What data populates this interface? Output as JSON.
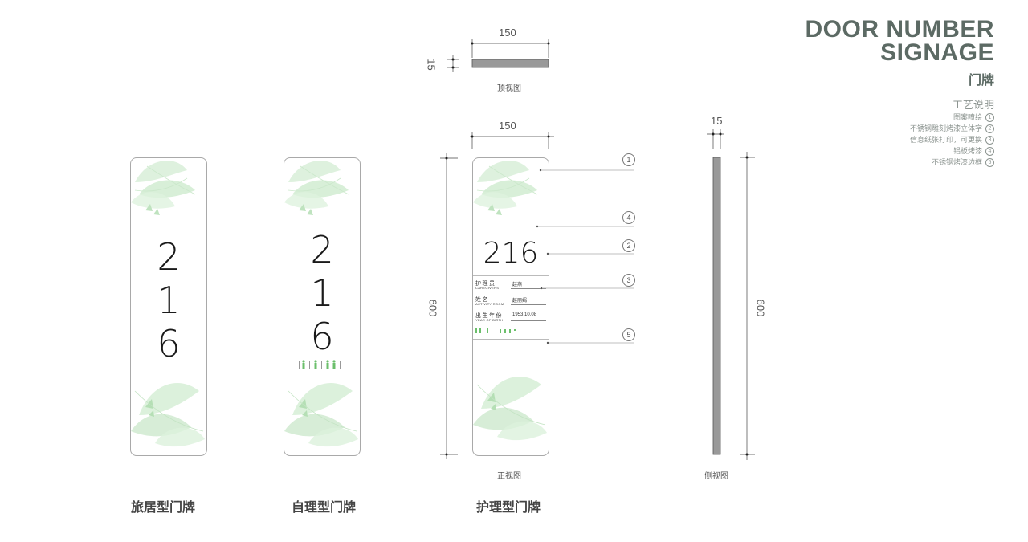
{
  "header": {
    "title_line1": "DOOR NUMBER",
    "title_line2": "SIGNAGE",
    "subtitle": "门牌"
  },
  "notes": {
    "title": "工艺说明",
    "items": [
      {
        "text": "图案喷绘",
        "num": "1"
      },
      {
        "text": "不锈钢雕刻烤漆立体字",
        "num": "2"
      },
      {
        "text": "信息纸张打印，可更换",
        "num": "3"
      },
      {
        "text": "铝板烤漆",
        "num": "4"
      },
      {
        "text": "不锈钢烤漆边框",
        "num": "5"
      }
    ]
  },
  "signs": {
    "room_digits": [
      "2",
      "1",
      "6"
    ],
    "room_number": "216",
    "captions": [
      "旅居型门牌",
      "自理型门牌",
      "护理型门牌"
    ]
  },
  "views": {
    "top": "顶视图",
    "front": "正视图",
    "side": "侧视图"
  },
  "dimensions": {
    "width": "150",
    "thickness": "15",
    "height": "600"
  },
  "info": {
    "rows": [
      {
        "label": "护理员",
        "en": "CAREGIVERS",
        "value": "赵燕"
      },
      {
        "label": "姓名",
        "en": "ACTIVITY ROOM",
        "value": "赵丽娟"
      },
      {
        "label": "出生年份",
        "en": "YEAR OF BIRTH",
        "value": "1953.10.08"
      }
    ]
  },
  "callouts": [
    "1",
    "4",
    "2",
    "3",
    "5"
  ],
  "colors": {
    "title": "#5c6a64",
    "leaf": "#bfe3bf",
    "accent_green": "#6bbf6b"
  }
}
